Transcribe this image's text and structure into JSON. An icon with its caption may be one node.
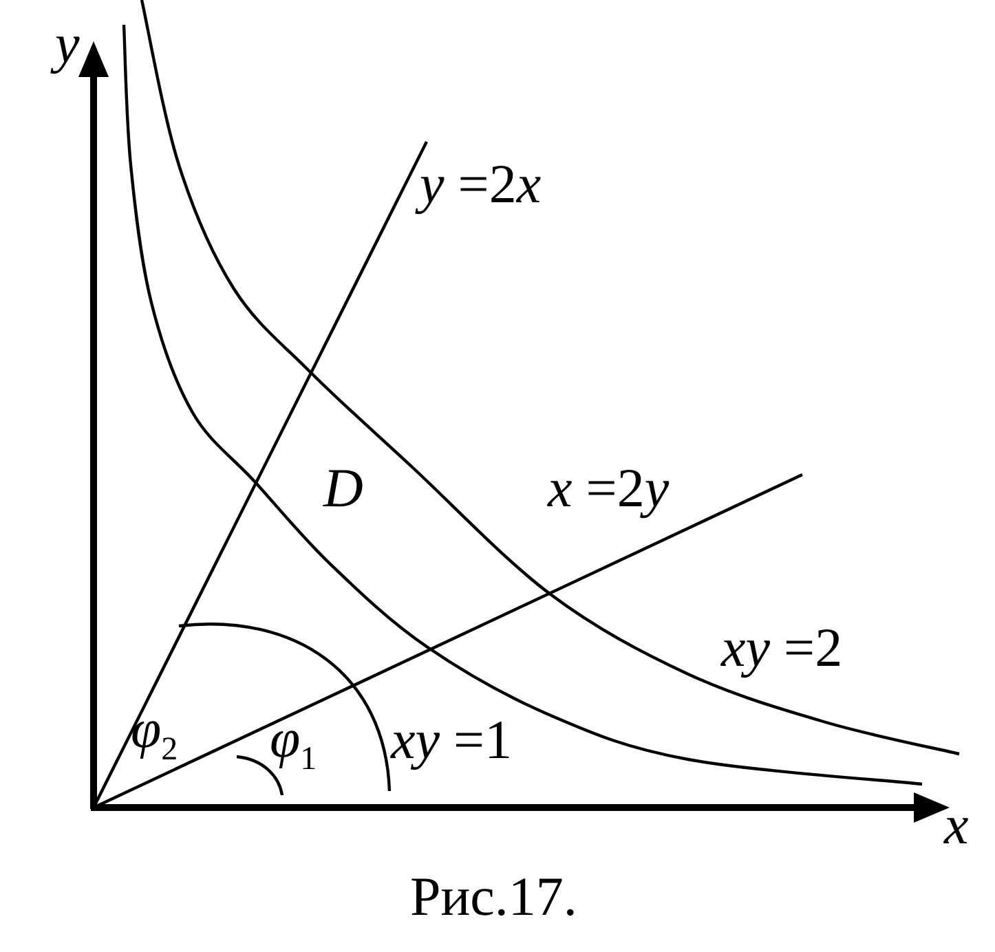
{
  "diagram": {
    "caption": "Рис.17.",
    "labels": [
      "y",
      "y =2x",
      "D",
      "x =2y",
      "xy =2",
      "xy =1",
      "x",
      "φ$_{2}$",
      "φ$_{1}$"
    ]
  }
}
